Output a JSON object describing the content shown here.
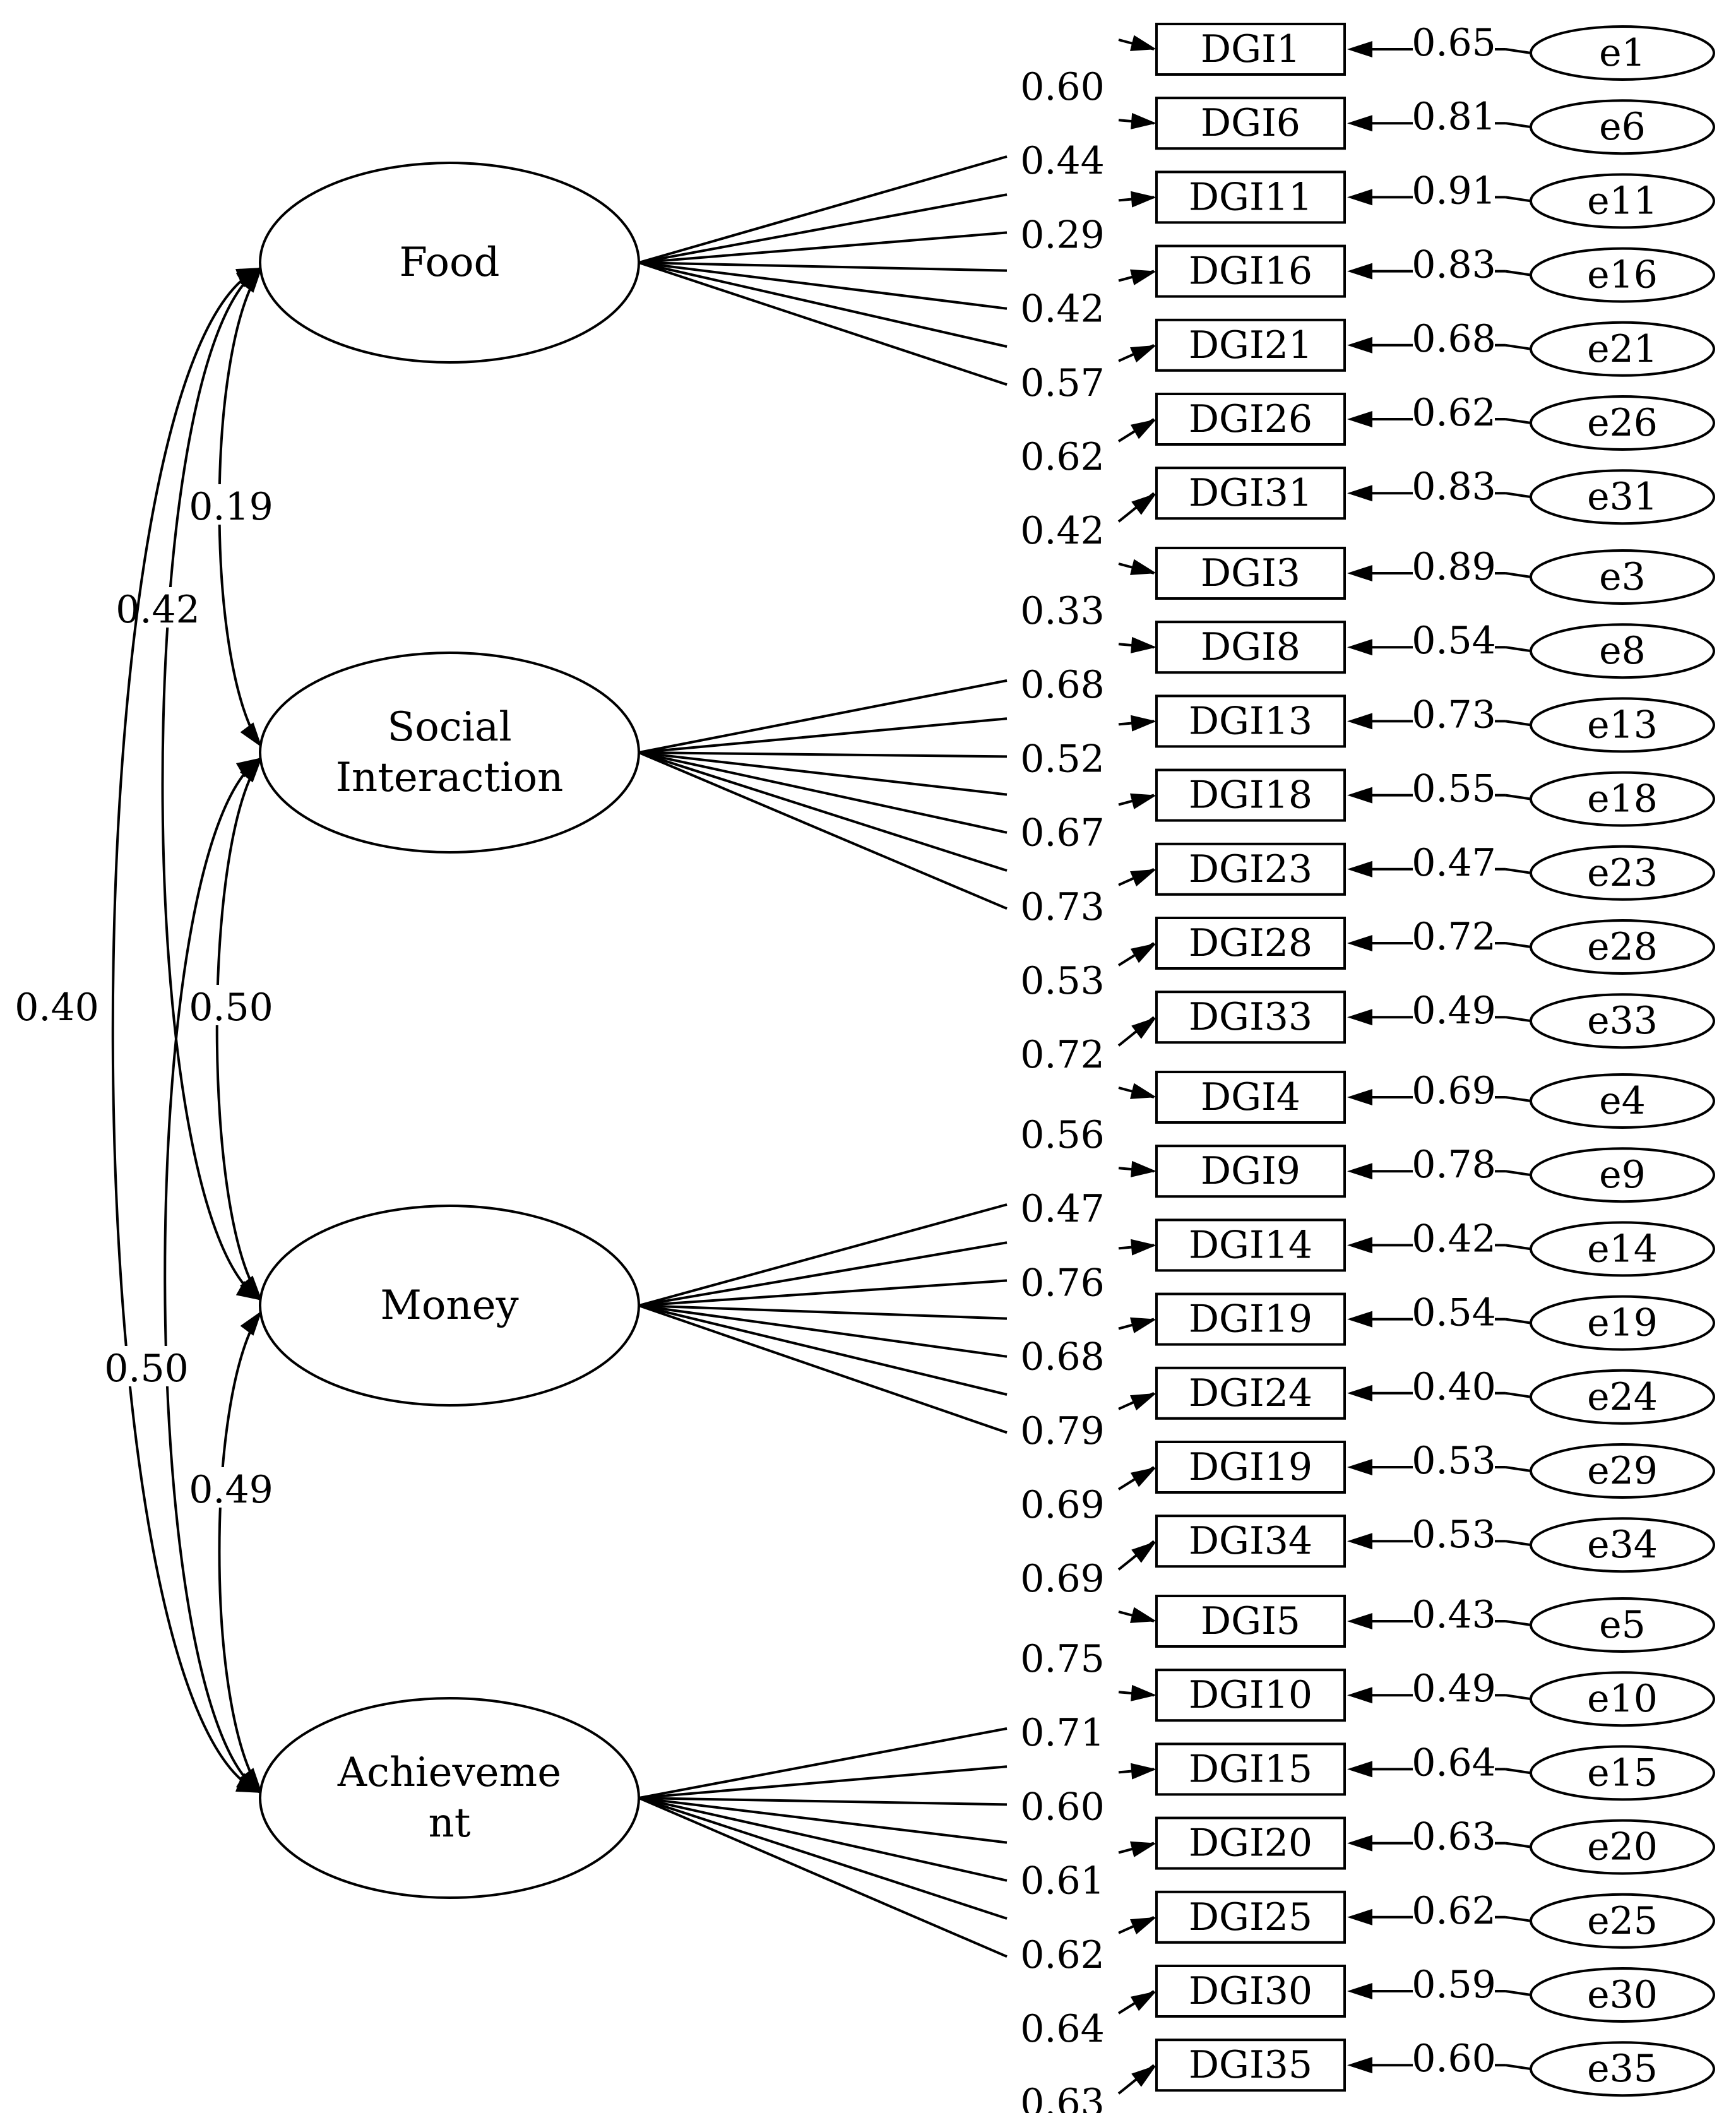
{
  "factors": [
    {
      "label_lines": [
        "Food"
      ],
      "items": [
        {
          "item": "DGI1",
          "loading": "0.60",
          "error_var": "0.65",
          "error": "e1"
        },
        {
          "item": "DGI6",
          "loading": "0.44",
          "error_var": "0.81",
          "error": "e6"
        },
        {
          "item": "DGI11",
          "loading": "0.29",
          "error_var": "0.91",
          "error": "e11"
        },
        {
          "item": "DGI16",
          "loading": "0.42",
          "error_var": "0.83",
          "error": "e16"
        },
        {
          "item": "DGI21",
          "loading": "0.57",
          "error_var": "0.68",
          "error": "e21"
        },
        {
          "item": "DGI26",
          "loading": "0.62",
          "error_var": "0.62",
          "error": "e26"
        },
        {
          "item": "DGI31",
          "loading": "0.42",
          "error_var": "0.83",
          "error": "e31"
        }
      ]
    },
    {
      "label_lines": [
        "Social",
        "Interaction"
      ],
      "items": [
        {
          "item": "DGI3",
          "loading": "0.33",
          "error_var": "0.89",
          "error": "e3"
        },
        {
          "item": "DGI8",
          "loading": "0.68",
          "error_var": "0.54",
          "error": "e8"
        },
        {
          "item": "DGI13",
          "loading": "0.52",
          "error_var": "0.73",
          "error": "e13"
        },
        {
          "item": "DGI18",
          "loading": "0.67",
          "error_var": "0.55",
          "error": "e18"
        },
        {
          "item": "DGI23",
          "loading": "0.73",
          "error_var": "0.47",
          "error": "e23"
        },
        {
          "item": "DGI28",
          "loading": "0.53",
          "error_var": "0.72",
          "error": "e28"
        },
        {
          "item": "DGI33",
          "loading": "0.72",
          "error_var": "0.49",
          "error": "e33"
        }
      ]
    },
    {
      "label_lines": [
        "Money"
      ],
      "items": [
        {
          "item": "DGI4",
          "loading": "0.56",
          "error_var": "0.69",
          "error": "e4"
        },
        {
          "item": "DGI9",
          "loading": "0.47",
          "error_var": "0.78",
          "error": "e9"
        },
        {
          "item": "DGI14",
          "loading": "0.76",
          "error_var": "0.42",
          "error": "e14"
        },
        {
          "item": "DGI19",
          "loading": "0.68",
          "error_var": "0.54",
          "error": "e19"
        },
        {
          "item": "DGI24",
          "loading": "0.79",
          "error_var": "0.40",
          "error": "e24"
        },
        {
          "item": "DGI19",
          "loading": "0.69",
          "error_var": "0.53",
          "error": "e29"
        },
        {
          "item": "DGI34",
          "loading": "0.69",
          "error_var": "0.53",
          "error": "e34"
        }
      ]
    },
    {
      "label_lines": [
        "Achieveme",
        "nt"
      ],
      "items": [
        {
          "item": "DGI5",
          "loading": "0.75",
          "error_var": "0.43",
          "error": "e5"
        },
        {
          "item": "DGI10",
          "loading": "0.71",
          "error_var": "0.49",
          "error": "e10"
        },
        {
          "item": "DGI15",
          "loading": "0.60",
          "error_var": "0.64",
          "error": "e15"
        },
        {
          "item": "DGI20",
          "loading": "0.61",
          "error_var": "0.63",
          "error": "e20"
        },
        {
          "item": "DGI25",
          "loading": "0.62",
          "error_var": "0.62",
          "error": "e25"
        },
        {
          "item": "DGI30",
          "loading": "0.64",
          "error_var": "0.59",
          "error": "e30"
        },
        {
          "item": "DGI35",
          "loading": "0.63",
          "error_var": "0.60",
          "error": "e35"
        }
      ]
    }
  ],
  "correlations": [
    {
      "from": 0,
      "to": 1,
      "value": "0.19"
    },
    {
      "from": 0,
      "to": 2,
      "value": "0.42"
    },
    {
      "from": 0,
      "to": 3,
      "value": "0.40"
    },
    {
      "from": 1,
      "to": 2,
      "value": "0.50"
    },
    {
      "from": 1,
      "to": 3,
      "value": "0.50"
    },
    {
      "from": 2,
      "to": 3,
      "value": "0.49"
    }
  ]
}
